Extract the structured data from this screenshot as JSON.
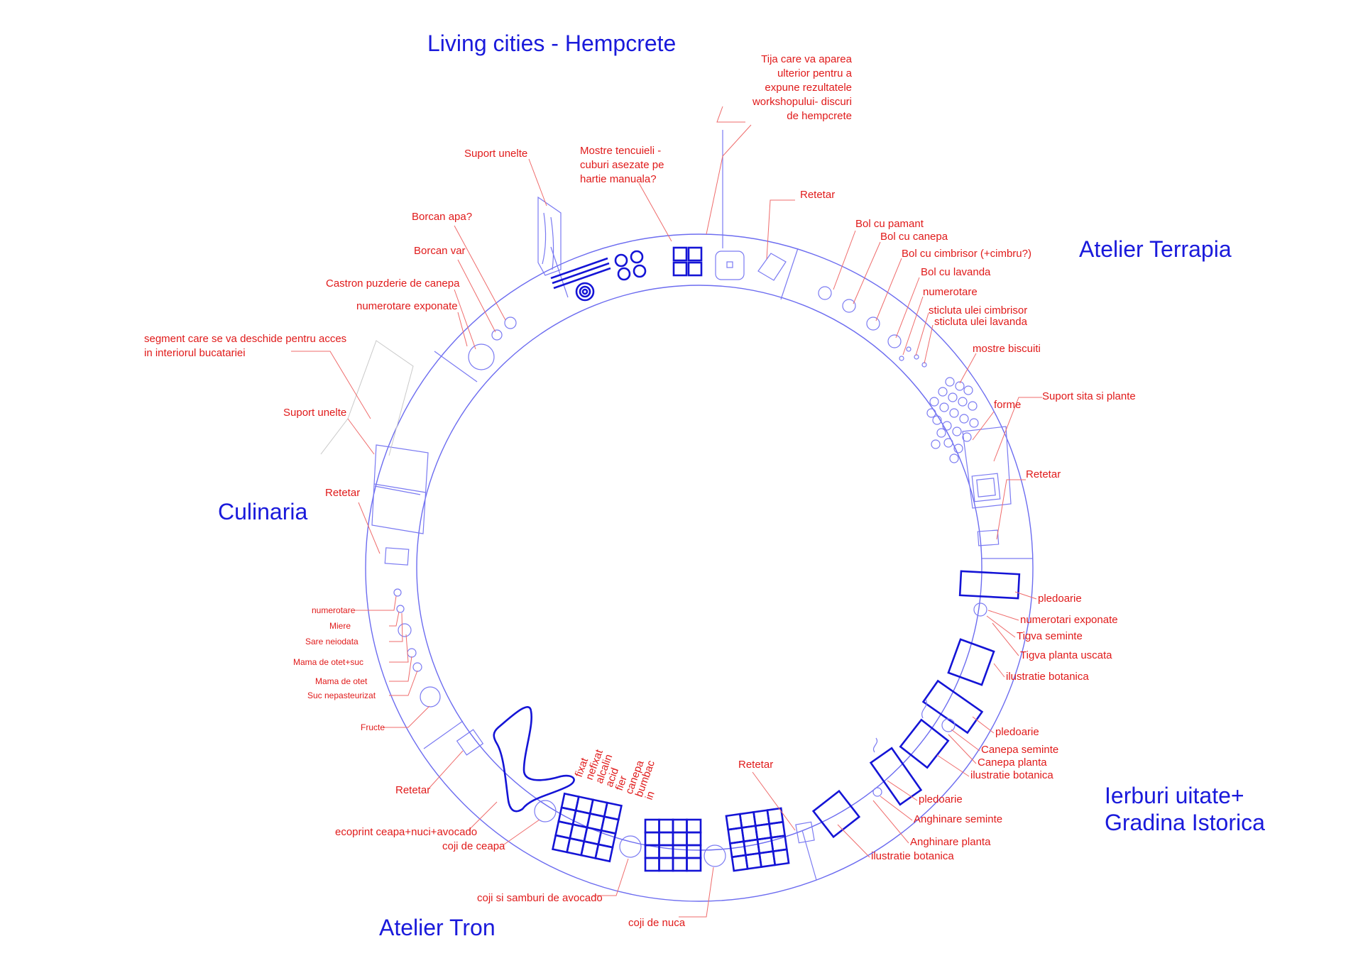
{
  "sections": {
    "living_cities": "Living cities - Hempcrete",
    "atelier_terrapia": "Atelier Terrapia",
    "culinaria": "Culinaria",
    "ierburi_line1": "Ierburi uitate+",
    "ierburi_line2": "Gradina Istorica",
    "atelier_tron": "Atelier Tron"
  },
  "labels": {
    "tija_1": "Tija care va aparea",
    "tija_2": "ulterior pentru a",
    "tija_3": "expune rezultatele",
    "tija_4": "workshopului- discuri",
    "tija_5": "de hempcrete",
    "suport_unelte_top": "Suport unelte",
    "mostre_1": "Mostre tencuieli -",
    "mostre_2": "cuburi asezate pe",
    "mostre_3": "hartie manuala?",
    "borcan_apa": "Borcan apa?",
    "borcan_var": "Borcan var",
    "castron": "Castron puzderie de canepa",
    "numerotare_exponate": "numerotare exponate",
    "segment_1": "segment care se va deschide pentru acces",
    "segment_2": "in interiorul bucatariei",
    "suport_unelte_left": "Suport unelte",
    "retetar_left": "Retetar",
    "retetar_top": "Retetar",
    "bol_pamant": "Bol cu pamant",
    "bol_canepa": "Bol cu canepa",
    "bol_cimbrisor": "Bol cu cimbrisor (+cimbru?)",
    "bol_lavanda": "Bol cu lavanda",
    "numerotare_right": "numerotare",
    "sticluta_cimbrisor": "sticluta ulei cimbrisor",
    "sticluta_lavanda": "sticluta ulei lavanda",
    "mostre_biscuiti": "mostre biscuiti",
    "forme": "forme",
    "suport_sita": "Suport sita si plante",
    "retetar_right": "Retetar",
    "pledoarie_1": "pledoarie",
    "numerotari_exponate": "numerotari exponate",
    "tigva_seminte": "Tigva seminte",
    "tigva_planta": "Tigva planta uscata",
    "ilustratie_1": "ilustratie botanica",
    "pledoarie_2": "pledoarie",
    "canepa_seminte": "Canepa seminte",
    "canepa_planta": "Canepa planta",
    "ilustratie_2": "ilustratie botanica",
    "pledoarie_3": "pledoarie",
    "anghinare_seminte": "Anghinare seminte",
    "anghinare_planta": "Anghinare planta",
    "ilustratie_3": "ilustratie botanica",
    "retetar_bottom": "Retetar",
    "coji_nuca": "coji de nuca",
    "coji_avocado": "coji si samburi de avocado",
    "coji_ceapa": "coji de ceapa",
    "ecoprint": "ecoprint ceapa+nuci+avocado",
    "retetar_culinaria": "Retetar",
    "fructe": "Fructe",
    "suc": "Suc nepasteurizat",
    "mama_otet": "Mama de otet",
    "mama_otet_suc": "Mama de otet+suc",
    "sare": "Sare neiodata",
    "miere": "Miere",
    "numerotare_left": "numerotare"
  },
  "dye_labels": [
    "fixat",
    "nefixat",
    "alcalin",
    "acid",
    "fier",
    "canepa",
    "bumbac",
    "in"
  ]
}
